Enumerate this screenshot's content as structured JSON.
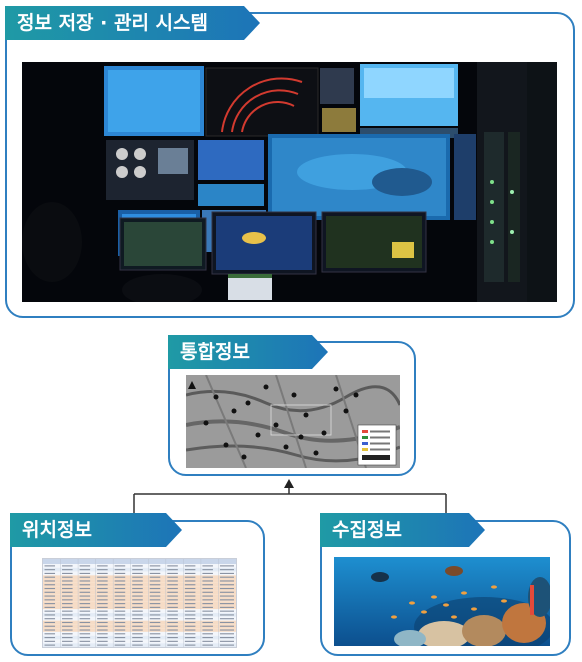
{
  "main": {
    "title": "정보 저장 · 관리 시스템"
  },
  "integrated": {
    "title": "통합정보"
  },
  "position": {
    "title": "위치정보"
  },
  "collection": {
    "title": "수집정보"
  },
  "colors": {
    "accent": "#1d74b8",
    "accent_teal": "#1f9aa5",
    "border": "#2f7fc0",
    "connector": "#333333"
  }
}
